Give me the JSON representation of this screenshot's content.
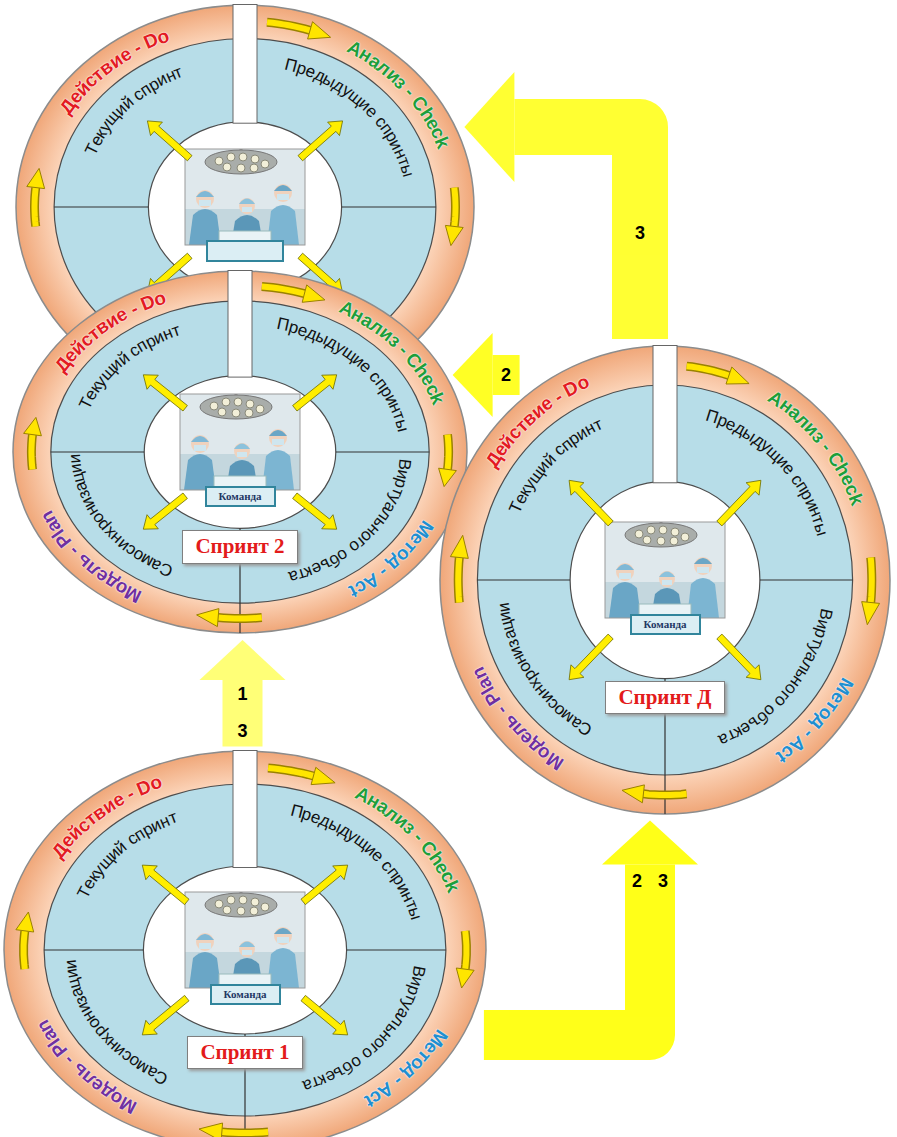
{
  "diagram": {
    "nodes": [
      {
        "text": [
          "Действие - Do",
          "Анализ - Check",
          "Текущий спринт",
          "Предыдущие спринты"
        ]
      },
      {
        "text": [
          "Действие - Do",
          "Анализ - Check",
          "Метод - Act",
          "Модель - Plan",
          "Текущий спринт",
          "Предыдущие спринты",
          "Виртуального объекта",
          "Самосинхронизации"
        ]
      },
      {
        "text": [
          "Команда"
        ],
        "in": 1
      },
      {
        "text": [
          "Спринт 2"
        ],
        "in": 1
      },
      {
        "text": [
          "Действие - Do",
          "Анализ - Check",
          "Метод - Act",
          "Модель - Plan",
          "Текущий спринт",
          "Предыдущие спринты",
          "Виртуального объекта",
          "Самосинхронизации"
        ]
      },
      {
        "text": [
          "Команда"
        ],
        "in": 4
      },
      {
        "text": [
          "Спринт Д"
        ],
        "in": 4
      },
      {
        "text": [
          "Действие - Do",
          "Анализ - Check",
          "Метод - Act",
          "Модель - Plan",
          "Текущий спринт",
          "Предыдущие спринты",
          "Виртуального объекта",
          "Самосинхронизации"
        ]
      },
      {
        "text": [
          "Команда"
        ],
        "in": 7
      },
      {
        "text": [
          "Спринт 1"
        ],
        "in": 7
      }
    ],
    "edges": [
      {
        "from": 7,
        "to": 1,
        "arrow": "to",
        "label": "1"
      },
      {
        "from": 7,
        "to": 4,
        "arrow": "to",
        "label": "2"
      },
      {
        "from": 4,
        "to": 1,
        "arrow": "to",
        "label": "2"
      },
      {
        "from": 4,
        "to": 0,
        "arrow": "to",
        "label": "3"
      }
    ],
    "labels": [
      "3",
      "3"
    ]
  }
}
